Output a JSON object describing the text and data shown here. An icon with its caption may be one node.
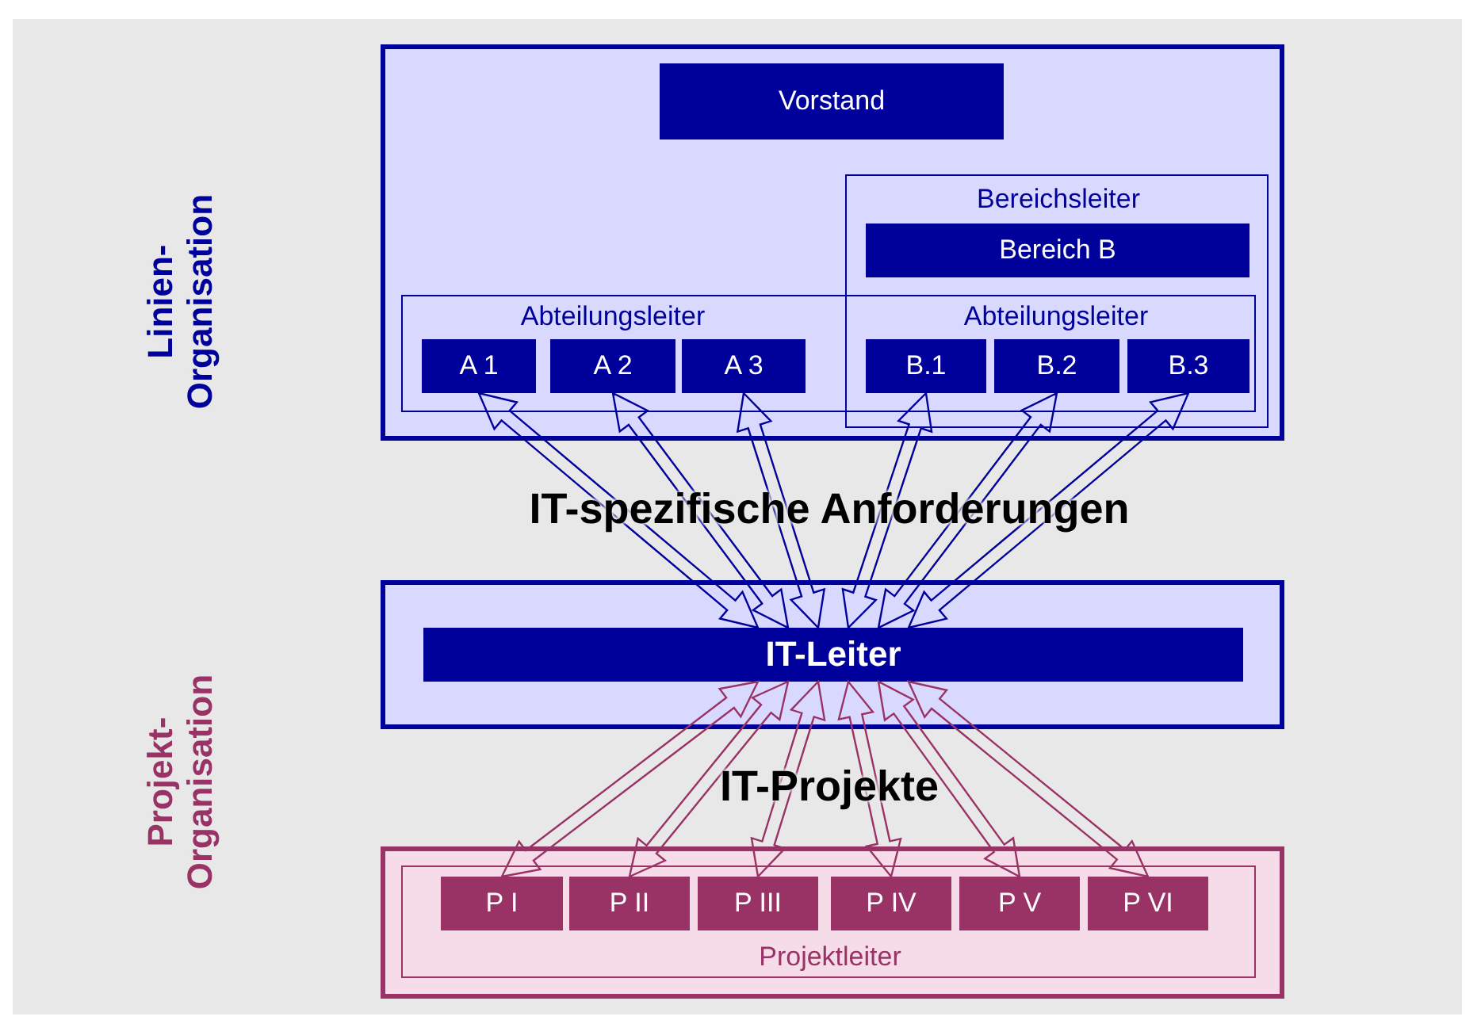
{
  "diagram": {
    "nodes": [
      {
        "text": [],
        "shape": "box"
      },
      {
        "text": [
          "Vorstand"
        ],
        "in": 0
      },
      {
        "text": [
          "Bereichsleiter"
        ],
        "in": 0
      },
      {
        "text": [
          "Bereich B"
        ],
        "in": 2
      },
      {
        "text": [
          "Abteilungsleiter",
          "Abteilungsleiter"
        ],
        "in": 0
      },
      {
        "text": [
          "A 1"
        ],
        "in": 4
      },
      {
        "text": [
          "A 2"
        ],
        "in": 4
      },
      {
        "text": [
          "A 3"
        ],
        "in": 4
      },
      {
        "text": [
          "B.1"
        ]
      },
      {
        "text": [
          "B.2"
        ]
      },
      {
        "text": [
          "B.3"
        ]
      },
      {
        "text": [],
        "shape": "box"
      },
      {
        "text": [
          "IT-Leiter"
        ],
        "in": 11
      },
      {
        "text": [],
        "shape": "box"
      },
      {
        "text": [
          "Projektleiter"
        ],
        "in": 13
      },
      {
        "text": [
          "P I"
        ],
        "in": 14
      },
      {
        "text": [
          "P II"
        ],
        "in": 14
      },
      {
        "text": [
          "P III"
        ],
        "in": 14
      },
      {
        "text": [
          "P IV"
        ],
        "in": 14
      },
      {
        "text": [
          "P V"
        ],
        "in": 14
      },
      {
        "text": [
          "P VI"
        ],
        "in": 14
      }
    ],
    "edges": [
      {
        "from": 5,
        "to": 12,
        "arrow": "both"
      },
      {
        "from": 6,
        "to": 12,
        "arrow": "both"
      },
      {
        "from": 7,
        "to": 12,
        "arrow": "both"
      },
      {
        "from": 8,
        "to": 12,
        "arrow": "both"
      },
      {
        "from": 9,
        "to": 12,
        "arrow": "both"
      },
      {
        "from": 10,
        "to": 12,
        "arrow": "both"
      },
      {
        "from": 12,
        "to": 15,
        "arrow": "both",
        "color": "#993366"
      },
      {
        "from": 12,
        "to": 16,
        "arrow": "both",
        "color": "#993366"
      },
      {
        "from": 12,
        "to": 17,
        "arrow": "both",
        "color": "#993366"
      },
      {
        "from": 12,
        "to": 18,
        "arrow": "both",
        "color": "#993366"
      },
      {
        "from": 12,
        "to": 19,
        "arrow": "both",
        "color": "#993366"
      },
      {
        "from": 12,
        "to": 20,
        "arrow": "both",
        "color": "#993366"
      }
    ],
    "labels": [
      "Linien-Organisation",
      "IT-spezifische Anforderungen",
      "Projekt-Organisation",
      "IT-Projekte"
    ]
  }
}
